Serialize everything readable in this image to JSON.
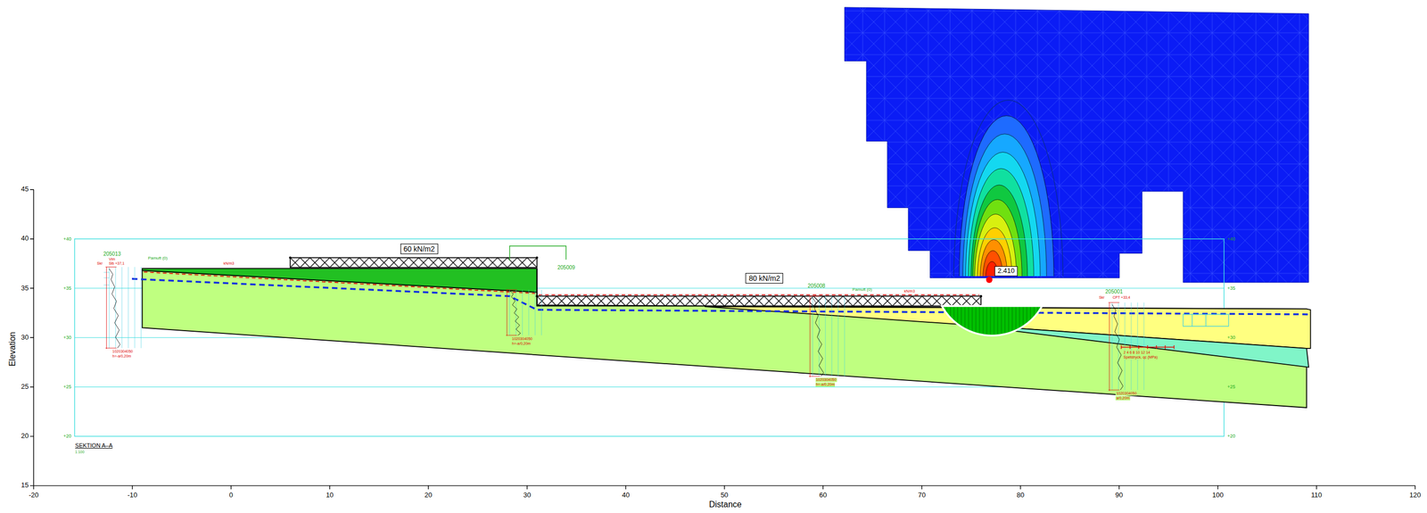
{
  "diagram": {
    "nodes": [
      {
        "text": [
          "60 kN/m2"
        ]
      },
      {
        "text": [
          "80 kN/m2"
        ]
      },
      {
        "text": [
          "2.410"
        ]
      }
    ],
    "labels": [
      "45",
      "40",
      "35",
      "30",
      "25",
      "20",
      "15",
      "-20",
      "-10",
      "0",
      "10",
      "20",
      "30",
      "40",
      "50",
      "60",
      "70",
      "80",
      "90",
      "100",
      "110",
      "120",
      "Elevation",
      "Distance",
      "+40",
      "+35",
      "+30",
      "+25",
      "+20",
      "+40",
      "+35",
      "+30",
      "+25",
      "+20",
      "SEKTION A–A",
      "1:100",
      "205013",
      "Vim",
      "Skr",
      "Slb +37,1",
      "Pamuft (0)",
      "kN/m3",
      "1020304050",
      "h=-a/0,20m",
      "205009",
      "1020304050",
      "h=-a/0,20m",
      "205008",
      "Pamuft (0)",
      "kN/m3",
      "1020304050",
      "h=-a/0,20m",
      "205001",
      "Skr",
      "CPT +33,4",
      "2 4 6 8 10 12 14",
      "Spetstryck, qc (MPa)",
      "1020304050",
      "a/0,20m"
    ]
  }
}
